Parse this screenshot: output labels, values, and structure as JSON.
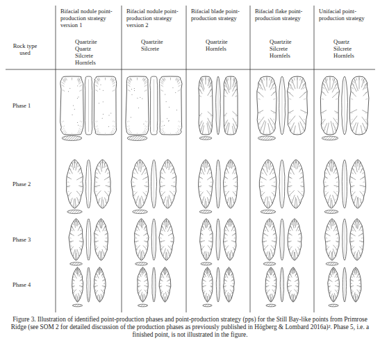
{
  "diagram": {
    "caption": "Figure 3. Illustration of identified point-production phases and point-production strategy (pps) for the Still Bay-like points from Primrose Ridge (see SOM 2 for detailed discussion of the production phases as previously published in Högberg & Lombard 2016a)². Phase 5, i.e. a finished point, is not illustrated in the figure.",
    "labels": [
      "Bifacial nodule point-production strategy version 1",
      "Bifacial nodule point-production strategy version 2",
      "Bifacial blade point-production strategy",
      "Bifacial flake point-production strategy",
      "Unifacial point-production strategy",
      "Rock type used",
      "Quartzite",
      "Quartz",
      "Silcrete",
      "Hornfels",
      "Quartzite",
      "Silcrete",
      "Quartzite",
      "Hornfels",
      "Quartzite",
      "Silcrete",
      "Hornfels",
      "Quartz",
      "Silcrete",
      "Hornfels",
      "Phase 1",
      "Phase 2",
      "Phase 3",
      "Phase 4"
    ]
  }
}
